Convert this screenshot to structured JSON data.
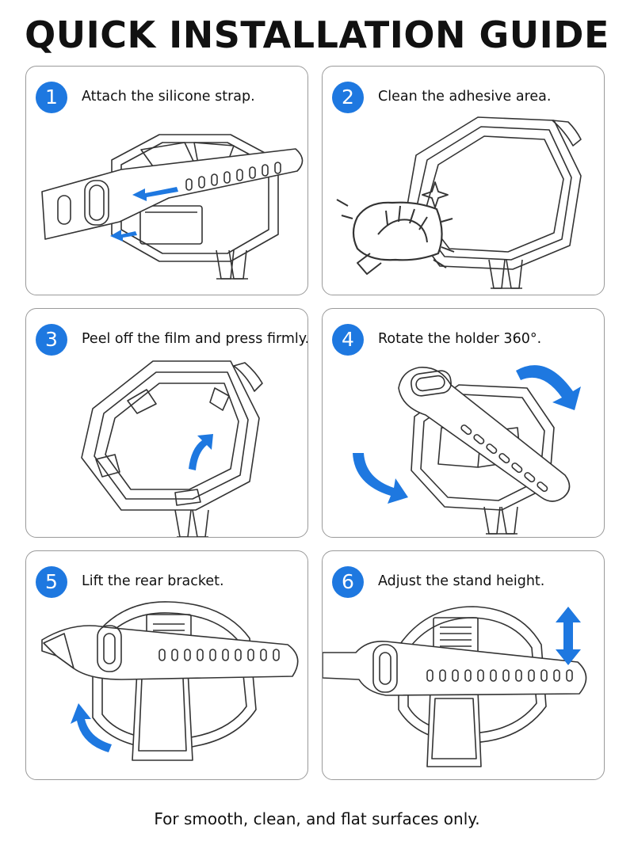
{
  "title": "QUICK INSTALLATION GUIDE",
  "steps": [
    {
      "number": "1",
      "text": "Attach the silicone strap."
    },
    {
      "number": "2",
      "text": "Clean the adhesive area."
    },
    {
      "number": "3",
      "text": "Peel off the film and press firmly."
    },
    {
      "number": "4",
      "text": "Rotate the holder 360°."
    },
    {
      "number": "5",
      "text": "Lift the rear bracket."
    },
    {
      "number": "6",
      "text": "Adjust the stand height."
    }
  ],
  "footer": "For smooth, clean, and flat surfaces only.",
  "colors": {
    "accent": "#1e78e0",
    "line": "#333333",
    "border": "#9a9a9a"
  }
}
